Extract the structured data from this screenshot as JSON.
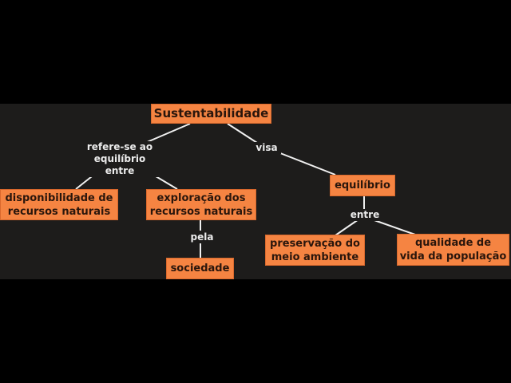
{
  "colors": {
    "outer_background": "#000000",
    "diagram_background": "#1d1c1b",
    "node_fill": "#f58442",
    "node_text": "#2a160c",
    "link_text": "#ececec",
    "line": "#f0f0f0"
  },
  "concept_map": {
    "root": {
      "label": "Sustentabilidade"
    },
    "nodes": {
      "disponibilidade": {
        "label": "disponibilidade de\nrecursos naturais"
      },
      "exploracao": {
        "label": "exploração dos\nrecursos naturais"
      },
      "sociedade": {
        "label": "sociedade"
      },
      "equilibrio": {
        "label": "equilíbrio"
      },
      "preservacao": {
        "label": "preservação do\nmeio ambiente"
      },
      "qualidade": {
        "label": "qualidade de\nvida da população"
      }
    },
    "links": {
      "refere": {
        "label": "refere-se ao\nequilíbrio entre"
      },
      "visa": {
        "label": "visa"
      },
      "pela": {
        "label": "pela"
      },
      "entre": {
        "label": "entre"
      }
    },
    "edges": [
      {
        "from": "Sustentabilidade",
        "via": "refere-se ao equilíbrio entre",
        "to": [
          "disponibilidade de recursos naturais",
          "exploração dos recursos naturais"
        ]
      },
      {
        "from": "exploração dos recursos naturais",
        "via": "pela",
        "to": [
          "sociedade"
        ]
      },
      {
        "from": "Sustentabilidade",
        "via": "visa",
        "to": [
          "equilíbrio"
        ]
      },
      {
        "from": "equilíbrio",
        "via": "entre",
        "to": [
          "preservação do meio ambiente",
          "qualidade de vida da população"
        ]
      }
    ]
  }
}
